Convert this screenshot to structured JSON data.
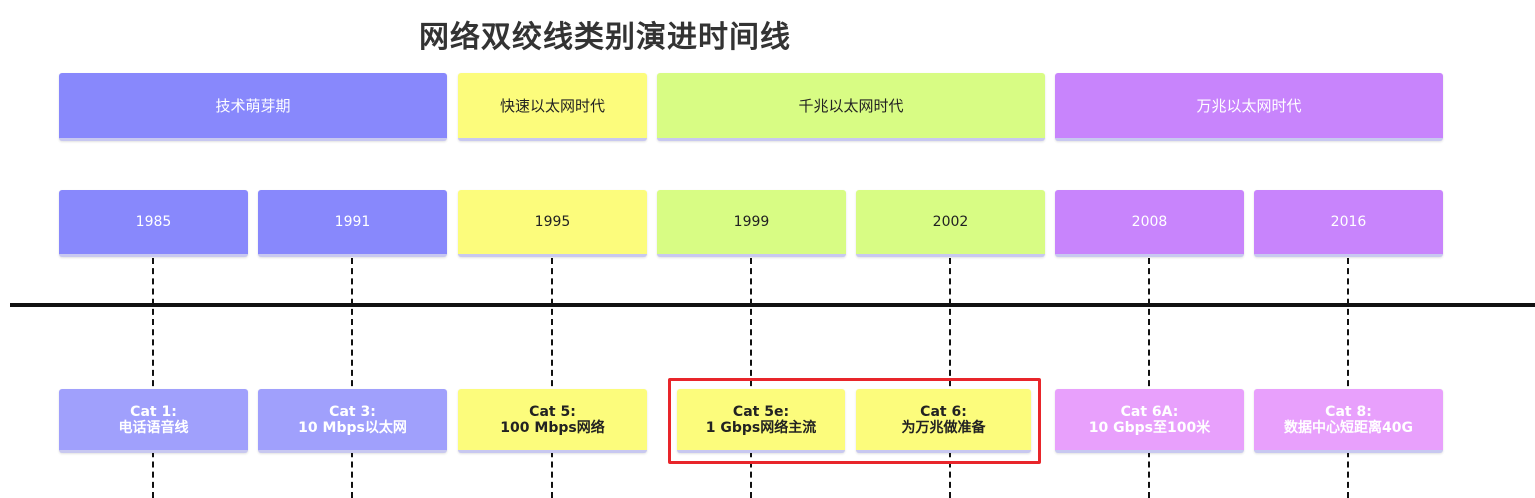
{
  "title": "网络双绞线类别演进时间线",
  "colors": {
    "tech_period": "#8888fc",
    "fast_period": "#fcfc7c",
    "giga_period": "#d8fc84",
    "tenG_period": "#c884fc",
    "tech_event": "#a0a0fc",
    "tenG_event": "#e8a0fc",
    "highlight": "#e8252a"
  },
  "periods": [
    {
      "label": "技术萌芽期"
    },
    {
      "label": "快速以太网时代"
    },
    {
      "label": "千兆以太网时代"
    },
    {
      "label": "万兆以太网时代"
    }
  ],
  "milestones": [
    {
      "year": "1985",
      "cat": "Cat 1:",
      "desc": "电话语音线"
    },
    {
      "year": "1991",
      "cat": "Cat 3:",
      "desc": "10 Mbps以太网"
    },
    {
      "year": "1995",
      "cat": "Cat 5:",
      "desc": "100 Mbps网络"
    },
    {
      "year": "1999",
      "cat": "Cat 5e:",
      "desc": "1 Gbps网络主流"
    },
    {
      "year": "2002",
      "cat": "Cat 6:",
      "desc": "为万兆做准备"
    },
    {
      "year": "2008",
      "cat": "Cat 6A:",
      "desc": "10 Gbps至100米"
    },
    {
      "year": "2016",
      "cat": "Cat 8:",
      "desc": "数据中心短距离40G"
    }
  ]
}
